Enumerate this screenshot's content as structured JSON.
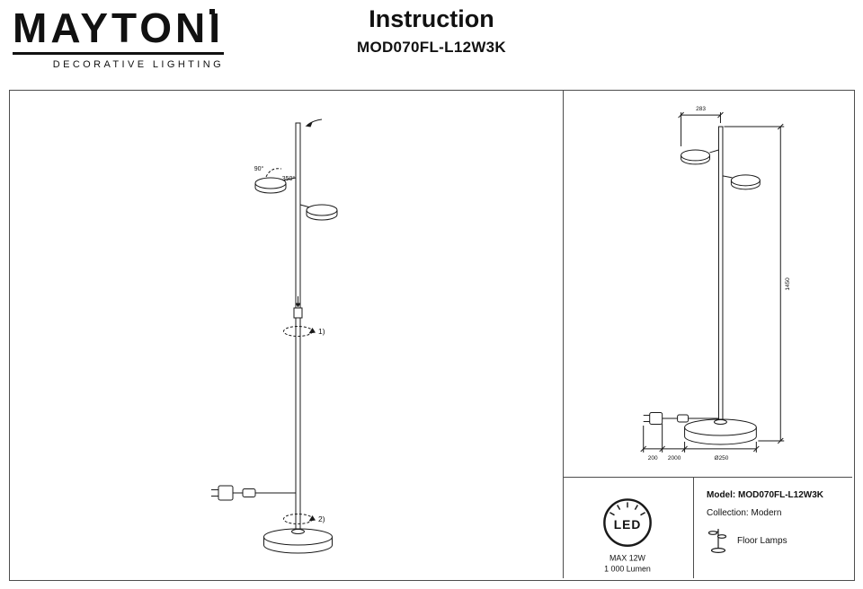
{
  "header": {
    "brand": "MAYTONI",
    "brand_subtitle": "DECORATIVE LIGHTING",
    "title": "Instruction",
    "model": "MOD070FL-L12W3K"
  },
  "assembly": {
    "angle_small": "90°",
    "angle_large": "350°",
    "step_1": "1)",
    "step_2": "2)"
  },
  "dimensions": {
    "width": "283",
    "height": "1450",
    "base_diameter": "Ø250",
    "plug_segment": "200",
    "cable_length": "2000"
  },
  "specs": {
    "led_badge": "LED",
    "max_power": "MAX 12W",
    "luminous_flux": "1 000 Lumen"
  },
  "product_info": {
    "model_label": "Model:",
    "model_value": "MOD070FL-L12W3K",
    "collection_label": "Collection:",
    "collection_value": "Modern",
    "category": "Floor Lamps"
  },
  "colors": {
    "line": "#1a1a1a",
    "text": "#111111",
    "background": "#ffffff"
  }
}
